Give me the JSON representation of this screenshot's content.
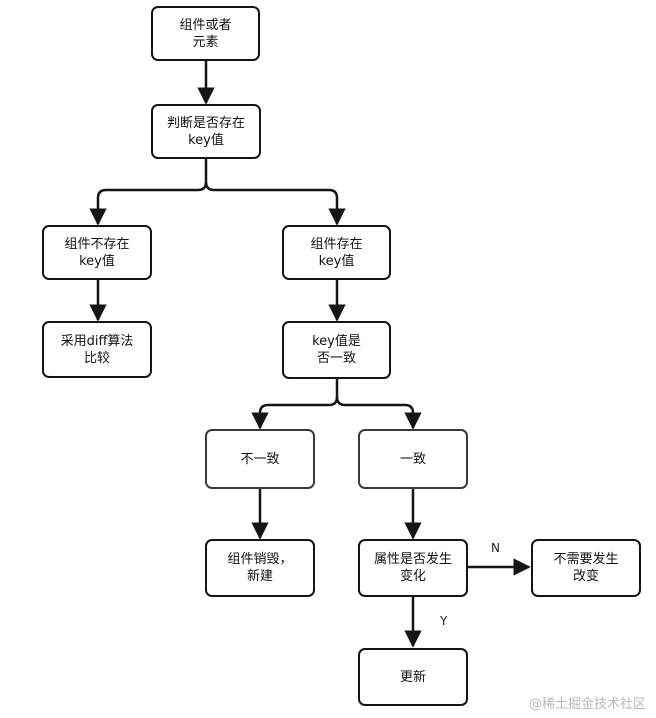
{
  "nodes": {
    "start": "组件或者\n元素",
    "check_key": "判断是否存在\nkey值",
    "no_component": "组件不存在\nkey值",
    "use_diff": "采用diff算法\n比较",
    "has_component": "组件存在\nkey值",
    "key_same": "key值是\n否一致",
    "not_same": "不一致",
    "same": "一致",
    "destroy_new": "组件销毁，\n新建",
    "attr_changed": "属性是否发生\n变化",
    "no_change_needed": "不需要发生\n改变",
    "update": "更新"
  },
  "edge_labels": {
    "no": "N",
    "yes": "Y"
  },
  "watermark": "@稀土掘金技术社区"
}
